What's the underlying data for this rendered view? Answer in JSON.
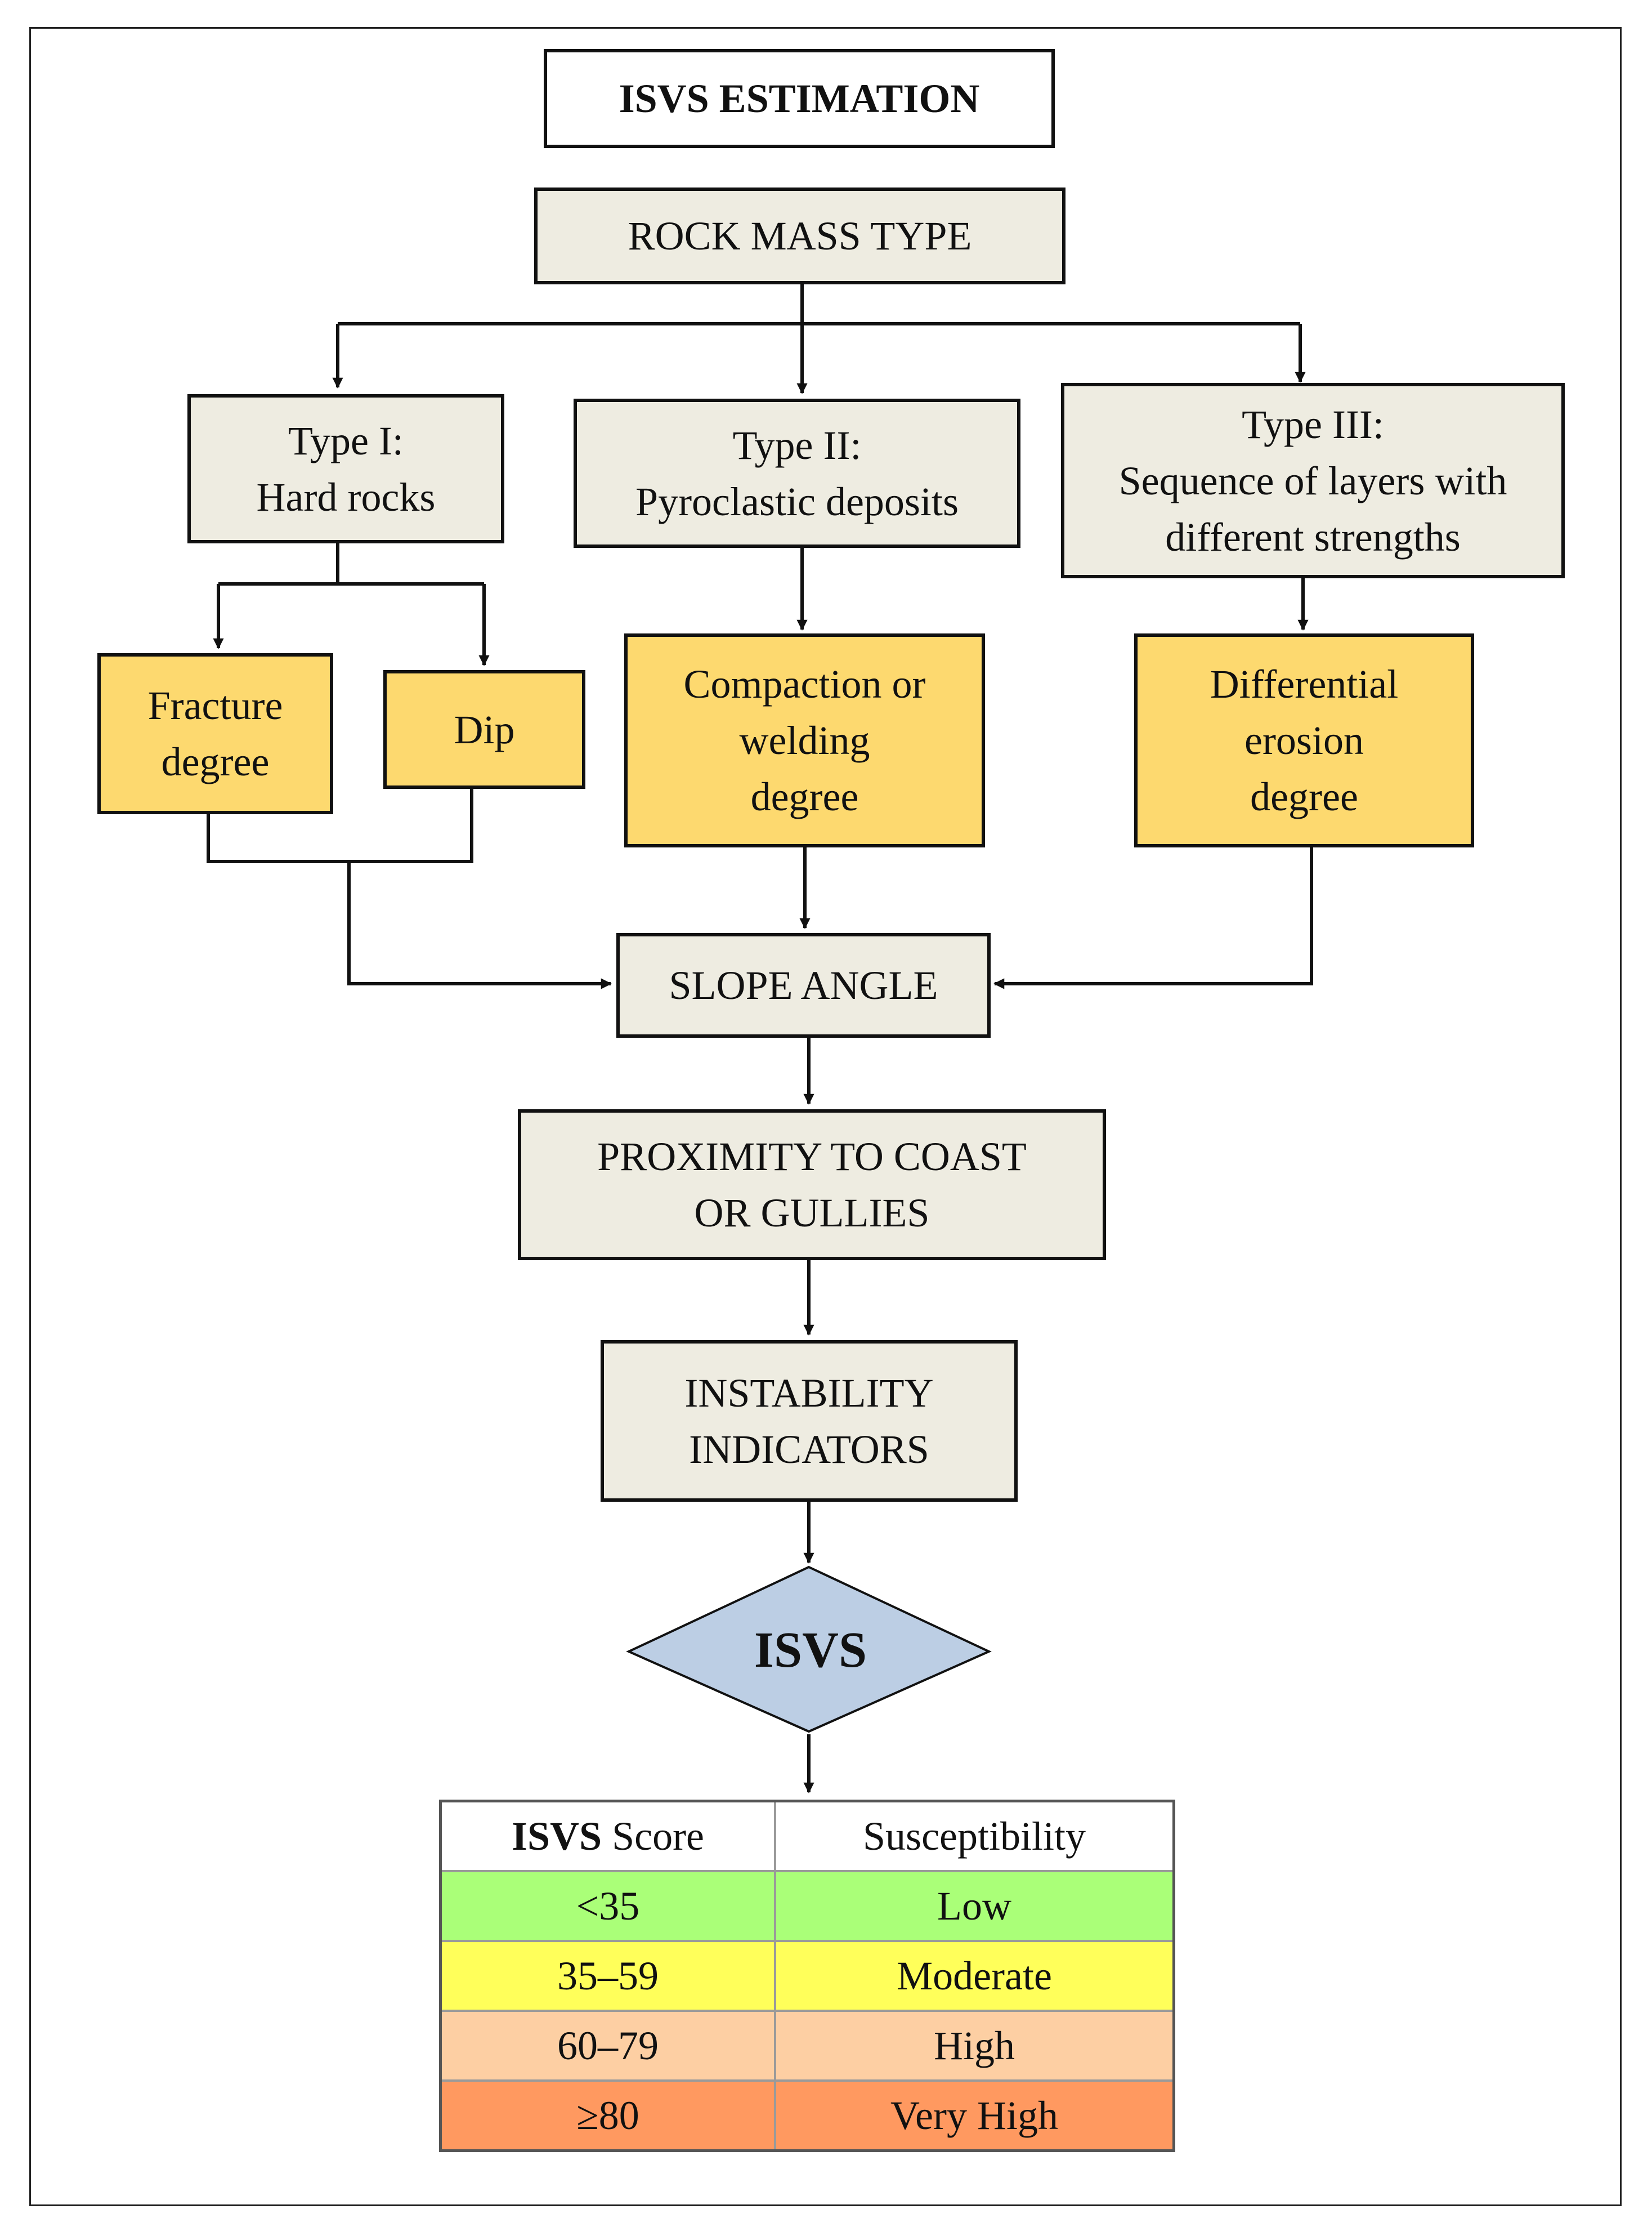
{
  "title": "ISVS ESTIMATION",
  "nodes": {
    "rock_mass": "ROCK MASS TYPE",
    "type1": "Type I:\nHard rocks",
    "type2": "Type II:\nPyroclastic deposits",
    "type3": "Type III:\nSequence of layers with\ndifferent strengths",
    "fracture": "Fracture\ndegree",
    "dip": "Dip",
    "compaction": "Compaction or\nwelding\ndegree",
    "erosion": "Differential\nerosion\ndegree",
    "slope": "SLOPE ANGLE",
    "proximity": "PROXIMITY TO COAST\nOR GULLIES",
    "instability": "INSTABILITY\nINDICATORS",
    "isvs": "ISVS"
  },
  "table": {
    "header_score_bold": "ISVS",
    "header_score_rest": " Score",
    "header_susceptibility": "Susceptibility",
    "rows": [
      {
        "score": "<35",
        "susceptibility": "Low",
        "color": "#aaff78"
      },
      {
        "score": "35–59",
        "susceptibility": "Moderate",
        "color": "#ffff5a"
      },
      {
        "score": "60–79",
        "susceptibility": "High",
        "color": "#fdcfa3"
      },
      {
        "score": "≥80",
        "susceptibility": "Very High",
        "color": "#ff9960"
      }
    ]
  },
  "colors": {
    "grey_box": "#eeece1",
    "yellow_box": "#fdd96f",
    "diamond": "#bccee4"
  }
}
